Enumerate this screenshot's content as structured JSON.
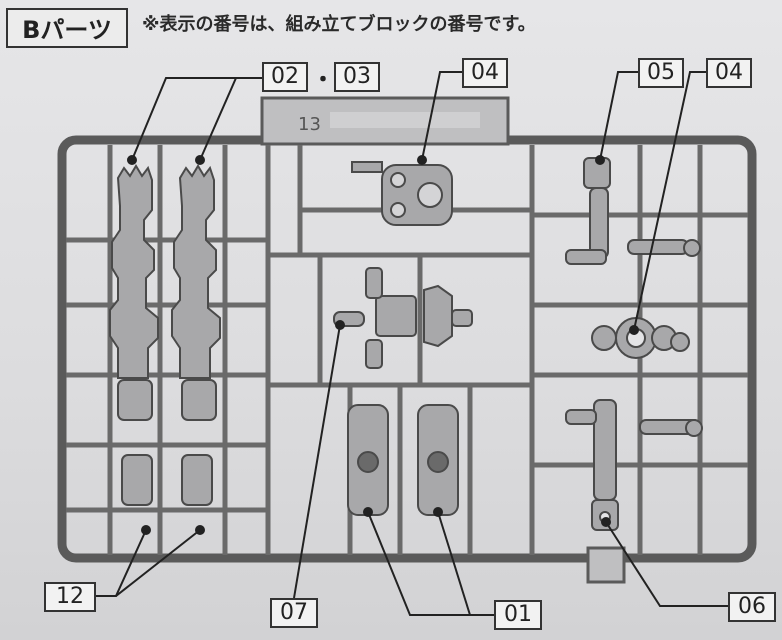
{
  "header": {
    "title": "Bパーツ",
    "note": "※表示の番号は、組み立てブロックの番号です。"
  },
  "labels": {
    "l0203_a": "02",
    "l0203_sep": "・",
    "l0203_b": "03",
    "l04_top": "04",
    "l05": "05",
    "l04_right": "04",
    "l12": "12",
    "l07": "07",
    "l01": "01",
    "l06": "06"
  },
  "runner_tag": "13"
}
